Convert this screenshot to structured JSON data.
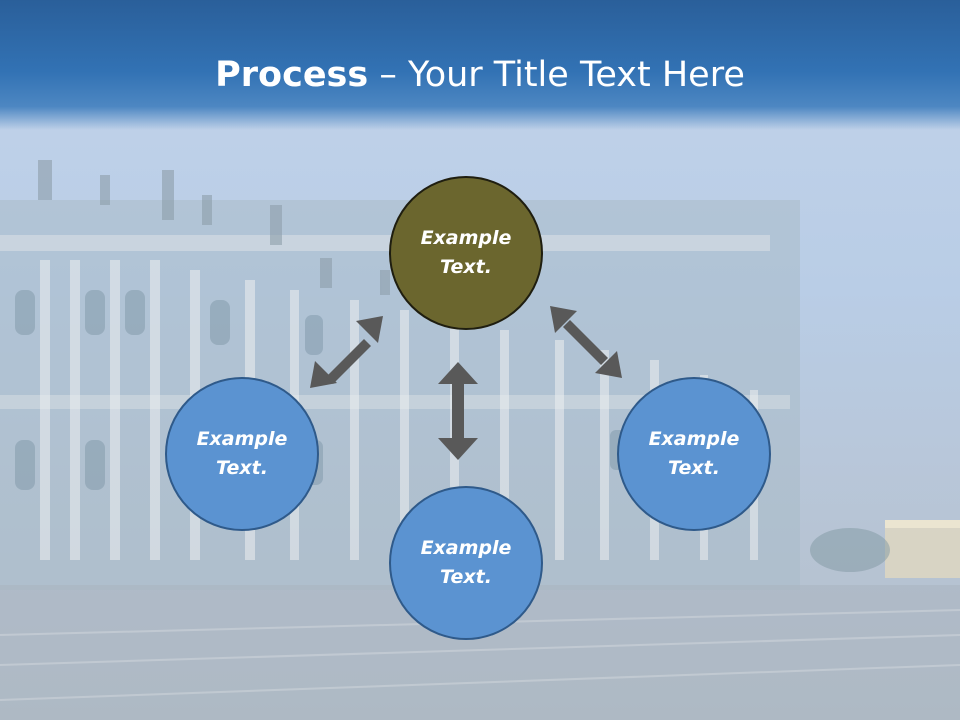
{
  "title": {
    "bold": "Process",
    "rest": " – Your Title Text Here"
  },
  "nodes": {
    "top": {
      "line1": "Example",
      "line2": "Text."
    },
    "left": {
      "line1": "Example",
      "line2": "Text."
    },
    "right": {
      "line1": "Example",
      "line2": "Text."
    },
    "bottom": {
      "line1": "Example",
      "line2": "Text."
    }
  },
  "colors": {
    "title_bar": "#3272b4",
    "node_blue": "#5b93d1",
    "node_olive": "#6b662e",
    "arrow": "#595959"
  }
}
